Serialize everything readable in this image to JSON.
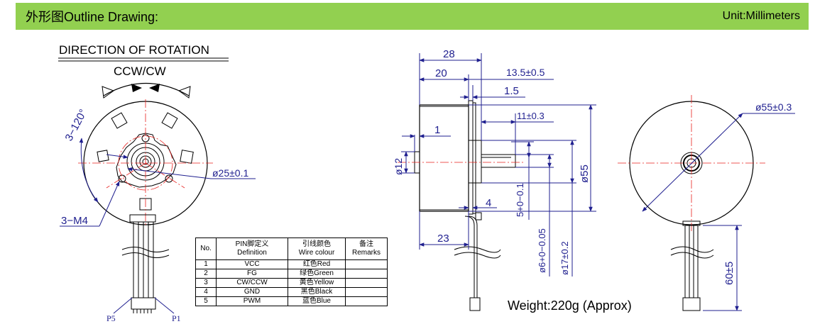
{
  "header": {
    "title": "外形图Outline Drawing:",
    "unit": "Unit:Millimeters"
  },
  "colors": {
    "header_bg": "#92d050",
    "centerline": "#e8201e",
    "dim_line": "#1f1f8f",
    "outline": "#000000"
  },
  "front_view": {
    "rotation_title": "DIRECTION OF ROTATION",
    "rotation_label": "CCW/CW",
    "angle_label": "3−120°",
    "screw_label": "3−M4",
    "bolt_circle_label": "ø25±0.1",
    "pin_left_label": "P5",
    "pin_right_label": "P1"
  },
  "side_view": {
    "dim_28": "28",
    "dim_20": "20",
    "dim_13_5": "13.5±0.5",
    "dim_1_5": "1.5",
    "dim_11": "11±0.3",
    "dim_1": "1",
    "dim_d12": "ø12",
    "dim_d55": "ø55",
    "dim_4": "4",
    "dim_5": "5+0−0.1",
    "dim_23": "23",
    "dim_d6": "ø6+0−0.05",
    "dim_d17": "ø17±0.2"
  },
  "rear_view": {
    "dim_d55": "ø55±0.3",
    "dim_60": "60±5"
  },
  "pin_table": {
    "headers": [
      {
        "line1": "No.",
        "line2": ""
      },
      {
        "line1": "PIN脚定义",
        "line2": "Definition"
      },
      {
        "line1": "引线颜色",
        "line2": "Wire colour"
      },
      {
        "line1": "备注",
        "line2": "Remarks"
      }
    ],
    "rows": [
      {
        "no": "1",
        "definition": "VCC",
        "wire": "红色Red",
        "remarks": ""
      },
      {
        "no": "2",
        "definition": "FG",
        "wire": "绿色Green",
        "remarks": ""
      },
      {
        "no": "3",
        "definition": "CW/CCW",
        "wire": "黄色Yellow",
        "remarks": ""
      },
      {
        "no": "4",
        "definition": "GND",
        "wire": "黑色Black",
        "remarks": ""
      },
      {
        "no": "5",
        "definition": "PWM",
        "wire": "蓝色Blue",
        "remarks": ""
      }
    ]
  },
  "weight": "Weight:220g (Approx)"
}
